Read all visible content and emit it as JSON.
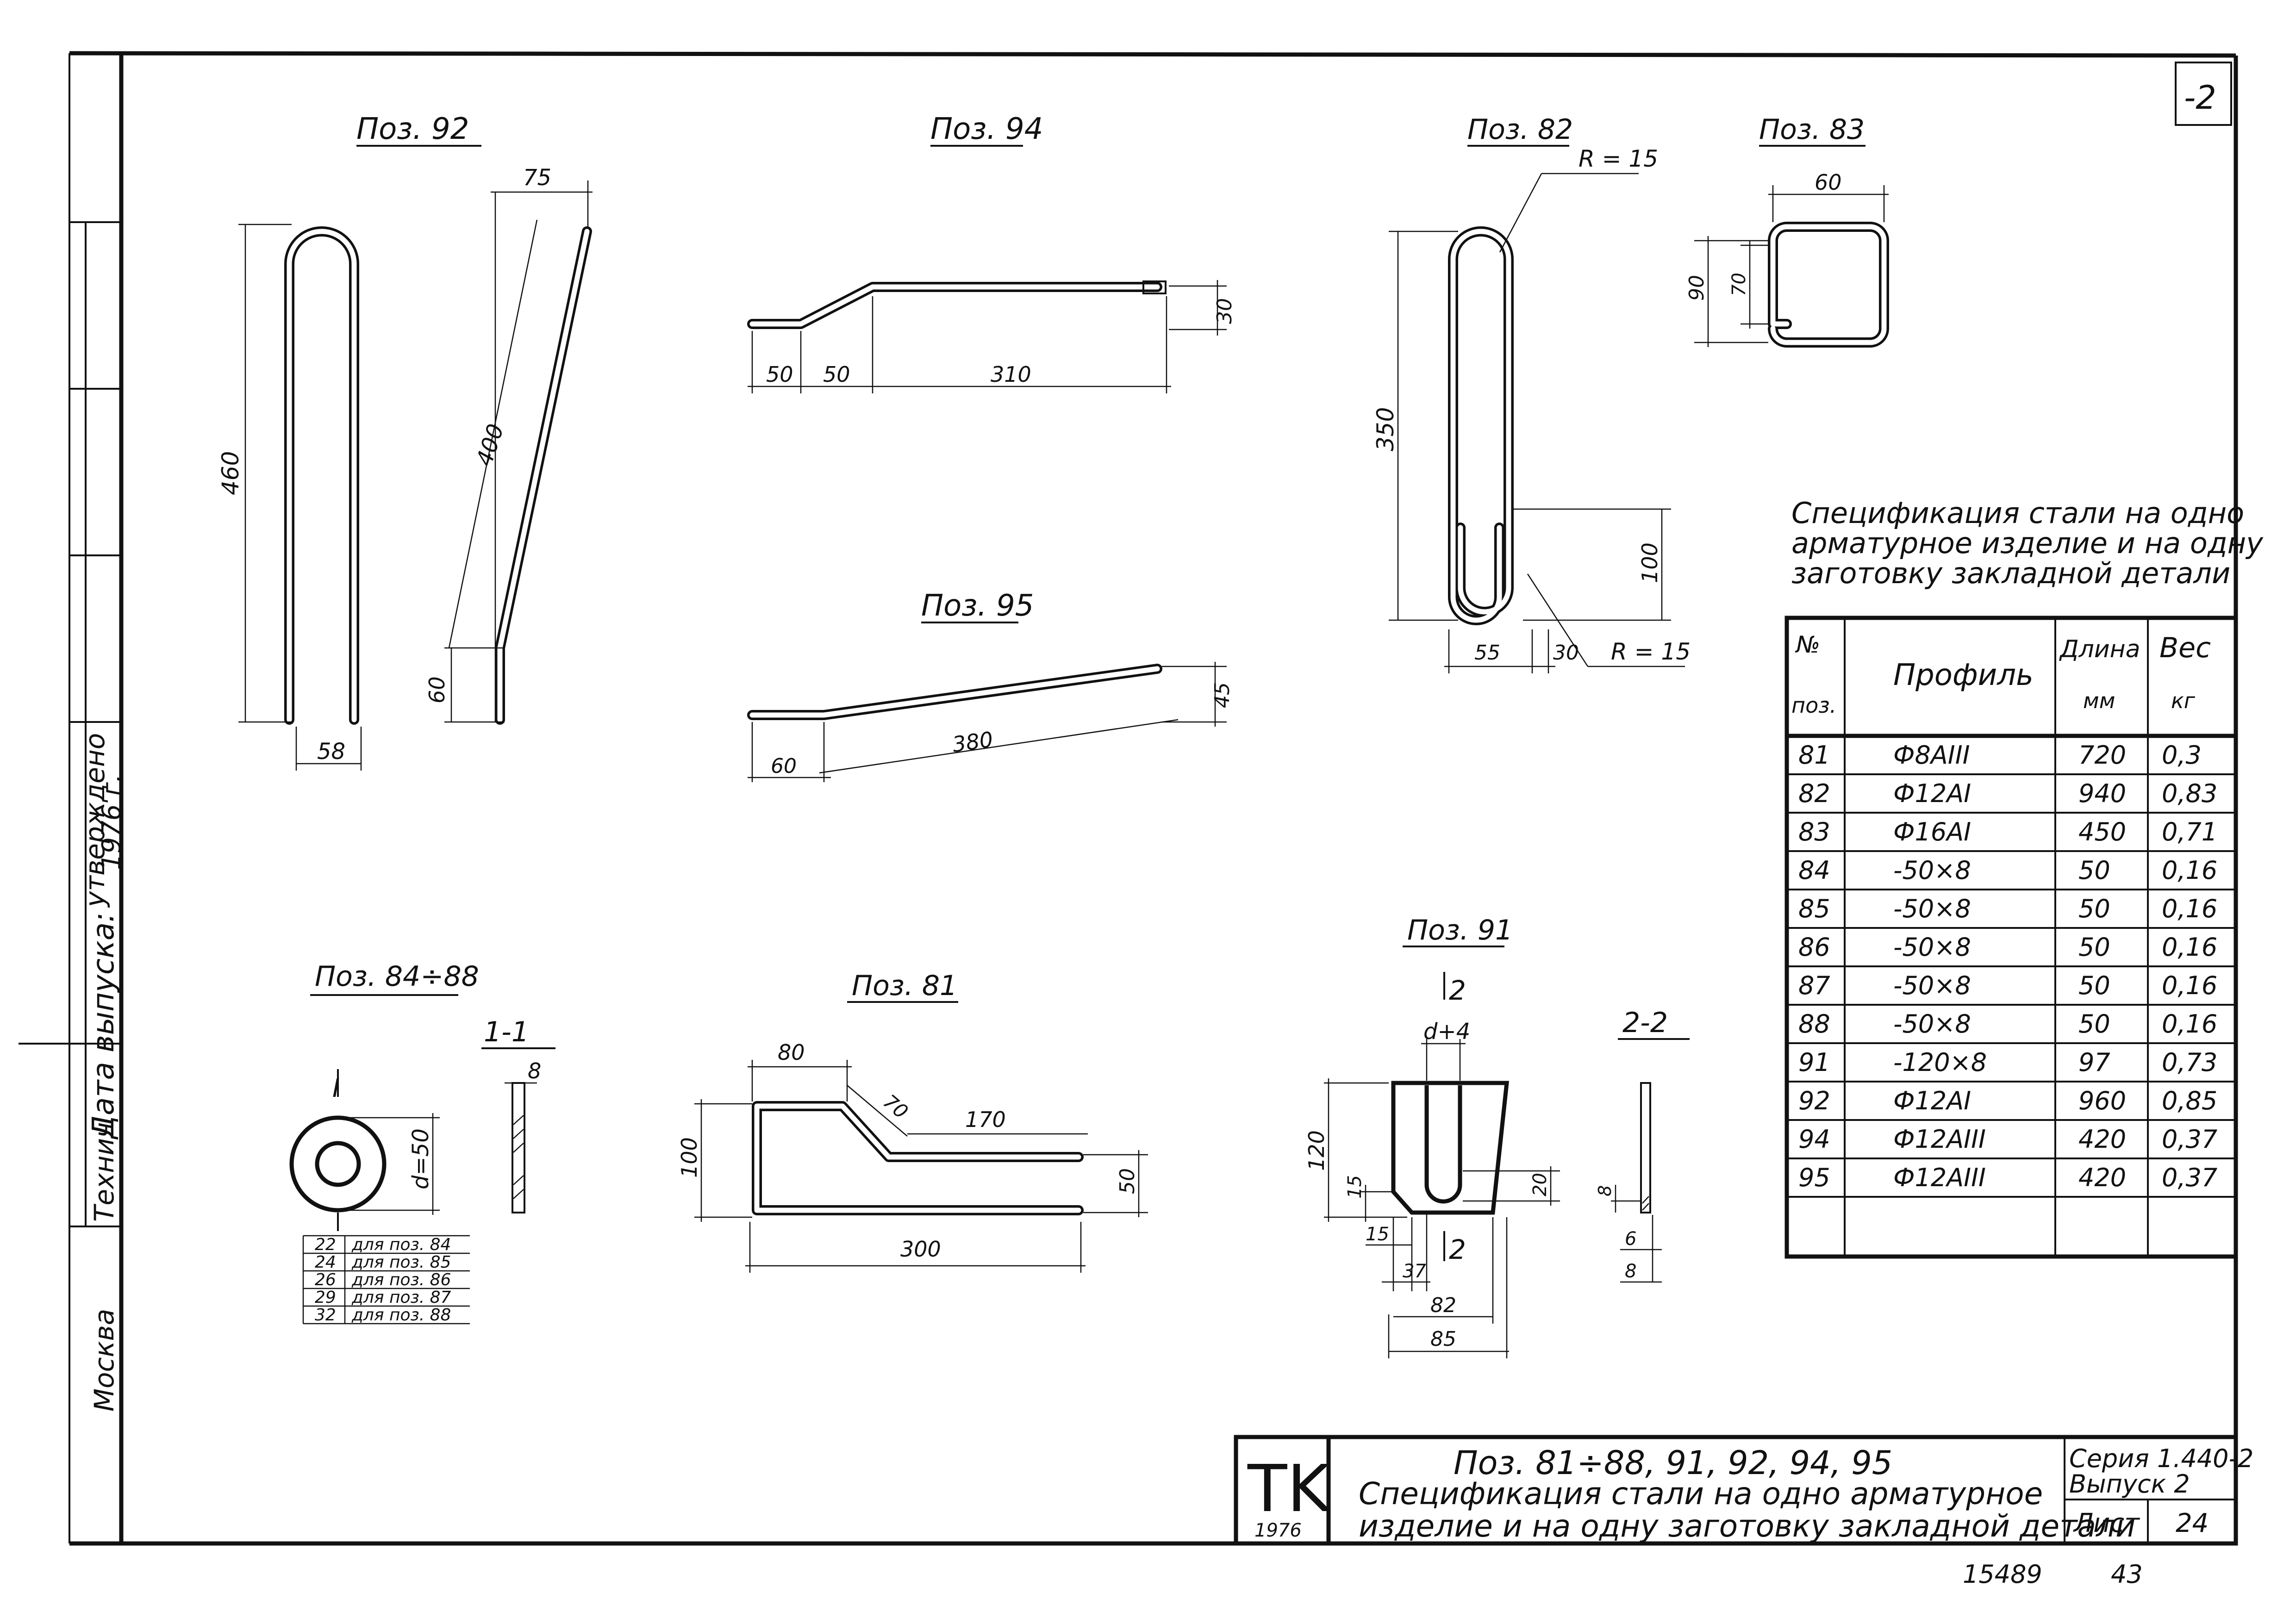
{
  "sheet_corner_number": "-2",
  "side_stamp": {
    "city": "Москва",
    "tech": "Технич",
    "date_label": "Дата выпуска:",
    "approved": "утверждено",
    "year": "1976 г."
  },
  "details": {
    "poz92": {
      "title": "Поз. 92",
      "d460": "460",
      "d58": "58",
      "d75": "75",
      "d400": "400",
      "d60": "60"
    },
    "poz94": {
      "title": "Поз. 94",
      "d50a": "50",
      "d50b": "50",
      "d310": "310",
      "d30": "30"
    },
    "poz95": {
      "title": "Поз. 95",
      "d60": "60",
      "d380": "380",
      "d45": "45"
    },
    "poz82": {
      "title": "Поз. 82",
      "r_top": "R = 15",
      "r_bot": "R = 15",
      "d350": "350",
      "d100": "100",
      "d55": "55",
      "d30": "30"
    },
    "poz83": {
      "title": "Поз. 83",
      "d60": "60",
      "d90": "90",
      "d70": "70"
    },
    "poz84_88": {
      "title": "Поз. 84÷88",
      "cut_mark": "I",
      "diameter": "d=50",
      "section": "1-1",
      "thickness": "8",
      "holes": [
        {
          "d": "22",
          "note": "для поз. 84"
        },
        {
          "d": "24",
          "note": "для поз. 85"
        },
        {
          "d": "26",
          "note": "для поз. 86"
        },
        {
          "d": "29",
          "note": "для поз. 87"
        },
        {
          "d": "32",
          "note": "для поз. 88"
        }
      ]
    },
    "poz81": {
      "title": "Поз. 81",
      "d80": "80",
      "d70": "70",
      "d170": "170",
      "d100": "100",
      "d50": "50",
      "d300": "300"
    },
    "poz91": {
      "title": "Поз. 91",
      "cut": "2",
      "slot": "d+4",
      "d120": "120",
      "d15a": "15",
      "d20": "20",
      "d15b": "15",
      "d37": "37",
      "d82": "82",
      "d85": "85",
      "section": "2-2",
      "s8a": "8",
      "s6": "6",
      "s8b": "8"
    }
  },
  "spec": {
    "title_lines": [
      "Спецификация стали на одно",
      "арматурное изделие и на одну",
      "заготовку закладной детали"
    ],
    "headers": {
      "num": "№",
      "num2": "поз.",
      "profile": "Профиль",
      "length": "Длина",
      "length_unit": "мм",
      "weight": "Вес",
      "weight_unit": "кг"
    },
    "rows": [
      {
        "pos": "81",
        "profile": "Ф8АIII",
        "length": "720",
        "weight": "0,3"
      },
      {
        "pos": "82",
        "profile": "Ф12АI",
        "length": "940",
        "weight": "0,83"
      },
      {
        "pos": "83",
        "profile": "Ф16АI",
        "length": "450",
        "weight": "0,71"
      },
      {
        "pos": "84",
        "profile": "-50×8",
        "length": "50",
        "weight": "0,16"
      },
      {
        "pos": "85",
        "profile": "-50×8",
        "length": "50",
        "weight": "0,16"
      },
      {
        "pos": "86",
        "profile": "-50×8",
        "length": "50",
        "weight": "0,16"
      },
      {
        "pos": "87",
        "profile": "-50×8",
        "length": "50",
        "weight": "0,16"
      },
      {
        "pos": "88",
        "profile": "-50×8",
        "length": "50",
        "weight": "0,16"
      },
      {
        "pos": "91",
        "profile": "-120×8",
        "length": "97",
        "weight": "0,73"
      },
      {
        "pos": "92",
        "profile": "Ф12АI",
        "length": "960",
        "weight": "0,85"
      },
      {
        "pos": "94",
        "profile": "Ф12АIII",
        "length": "420",
        "weight": "0,37"
      },
      {
        "pos": "95",
        "profile": "Ф12АIII",
        "length": "420",
        "weight": "0,37"
      }
    ]
  },
  "title_block": {
    "logo": "TK",
    "logo_year": "1976",
    "positions": "Поз. 81÷88, 91, 92, 94, 95",
    "desc1": "Спецификация стали на одно арматурное",
    "desc2": "изделие и на одну заготовку закладной детали",
    "series": "Серия 1.440-2",
    "issue": "Выпуск 2",
    "sheet_label": "Лист",
    "sheet_no": "24"
  },
  "footer": {
    "inv": "15489",
    "page": "43"
  }
}
